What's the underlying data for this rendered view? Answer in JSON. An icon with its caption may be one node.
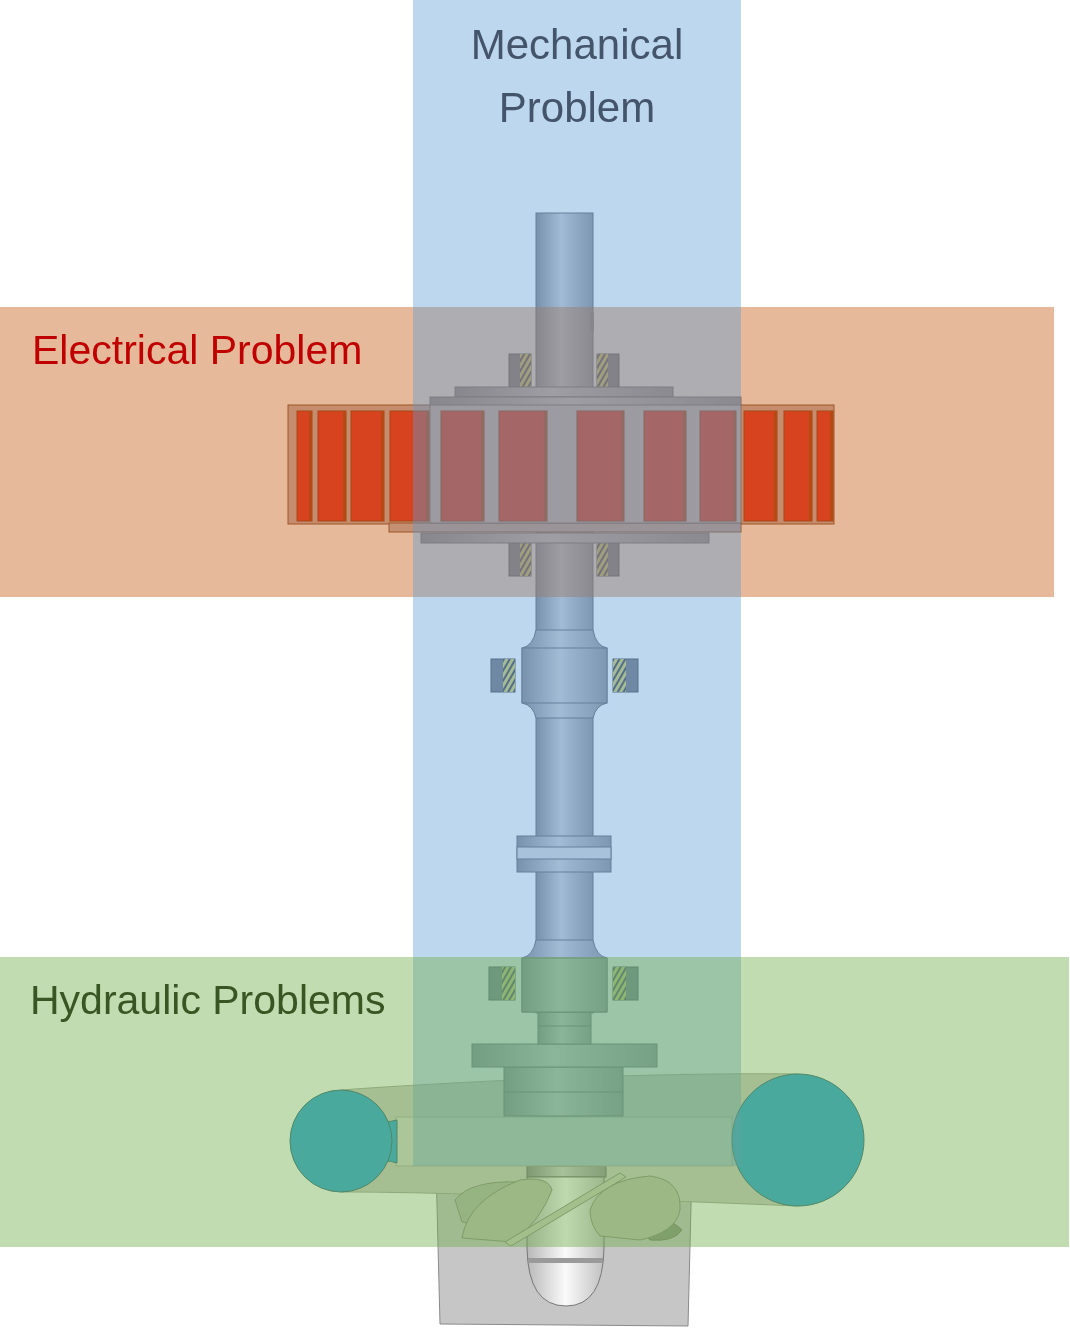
{
  "diagram": {
    "nodes": [
      {
        "text": [
          "Mechanical Problem"
        ]
      },
      {
        "text": [
          "Electrical Problem"
        ]
      },
      {
        "text": [
          "Hydraulic Problems"
        ]
      }
    ]
  }
}
